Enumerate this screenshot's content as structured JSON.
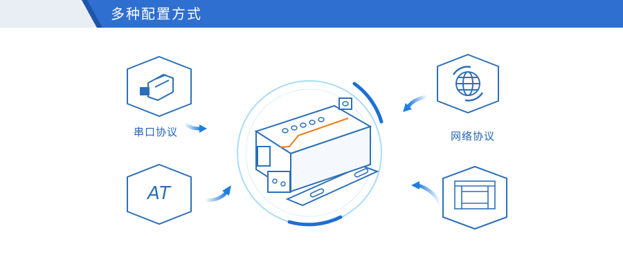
{
  "header": {
    "title": "多种配置方式"
  },
  "labels": {
    "serial": "串口协议",
    "at": "AT",
    "network": "网络协议"
  },
  "colors": {
    "brand_blue": "#2f6fd0",
    "light_blue": "#5aa8e6",
    "orange": "#f07a1a"
  }
}
